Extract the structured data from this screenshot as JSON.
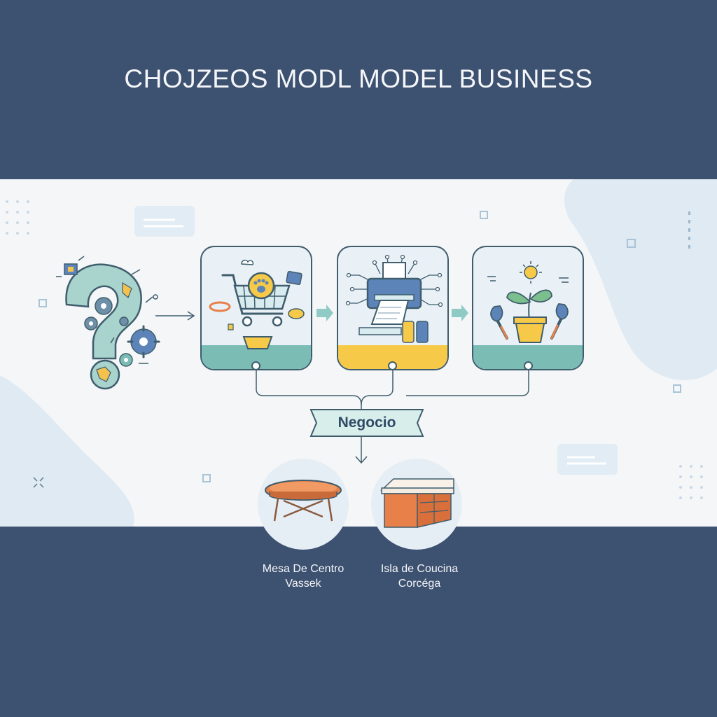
{
  "title": "CHOJZEOS MODL MODEL BUSINESS",
  "colors": {
    "background": "#3d5170",
    "band": "#f4f6f8",
    "teal": "#7bbcb5",
    "yellow": "#f7c948",
    "outline": "#3f5d6d",
    "orange": "#e8804a"
  },
  "nodes": [
    {
      "id": "idea",
      "icon": "question-mark-gears-icon"
    },
    {
      "id": "pet-shop",
      "icon": "pet-shopping-cart-icon",
      "accent": "#7bbcb5"
    },
    {
      "id": "printing",
      "icon": "printer-circuit-icon",
      "accent": "#f7c948"
    },
    {
      "id": "gardening",
      "icon": "plant-pot-tools-icon",
      "accent": "#7bbcb5"
    }
  ],
  "hub": {
    "label": "Negocio"
  },
  "products": [
    {
      "label_line1": "Mesa De Centro",
      "label_line2": "Vassek",
      "icon": "round-coffee-table-icon"
    },
    {
      "label_line1": "Isla de Coucina",
      "label_line2": "Corcéga",
      "icon": "kitchen-island-icon"
    }
  ]
}
